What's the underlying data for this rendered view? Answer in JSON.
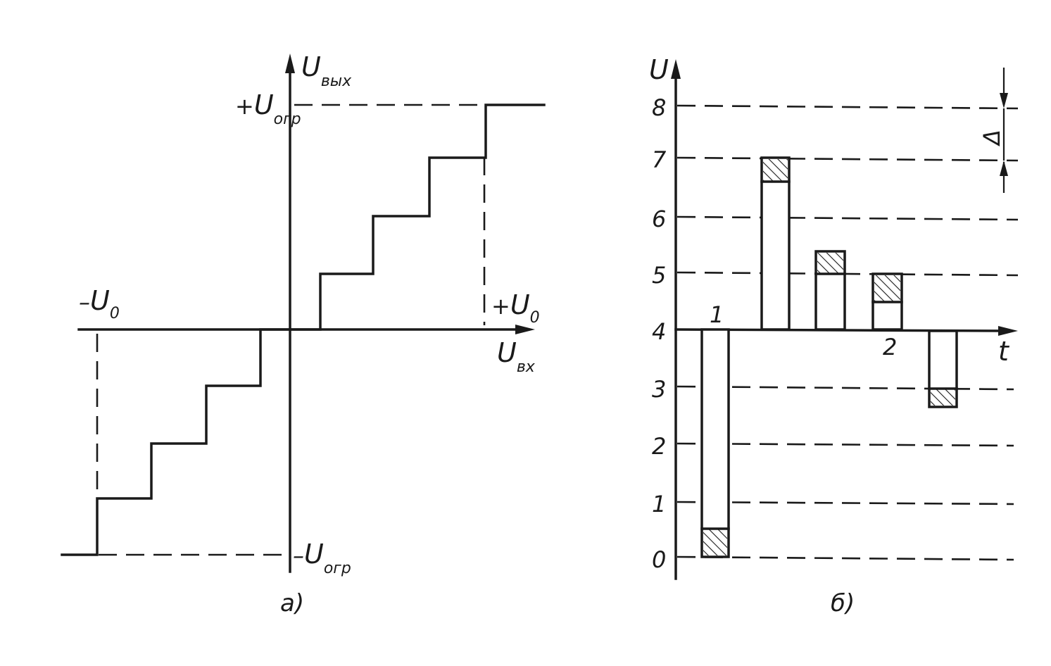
{
  "diagram_a": {
    "caption": "а)",
    "y_axis": {
      "main": "U",
      "sub": "вых"
    },
    "x_axis": {
      "main": "U",
      "sub": "вх"
    },
    "labels": {
      "pos_limit": {
        "prefix": "+",
        "main": "U",
        "sub": "огр"
      },
      "neg_limit": {
        "prefix": "–",
        "main": "U",
        "sub": "огр"
      },
      "pos_threshold": {
        "prefix": "+",
        "main": "U",
        "sub": "0"
      },
      "neg_threshold": {
        "prefix": "–",
        "main": "U",
        "sub": "0"
      }
    }
  },
  "diagram_b": {
    "caption": "б)",
    "y_axis": {
      "main": "U"
    },
    "x_axis": {
      "main": "t"
    },
    "level_ticks": [
      "0",
      "1",
      "2",
      "3",
      "4",
      "5",
      "6",
      "7",
      "8"
    ],
    "step_symbol": "Δ",
    "pulse_markers": [
      "1",
      "2"
    ]
  },
  "colors": {
    "ink": "#1a1a1a",
    "background": "#ffffff"
  }
}
